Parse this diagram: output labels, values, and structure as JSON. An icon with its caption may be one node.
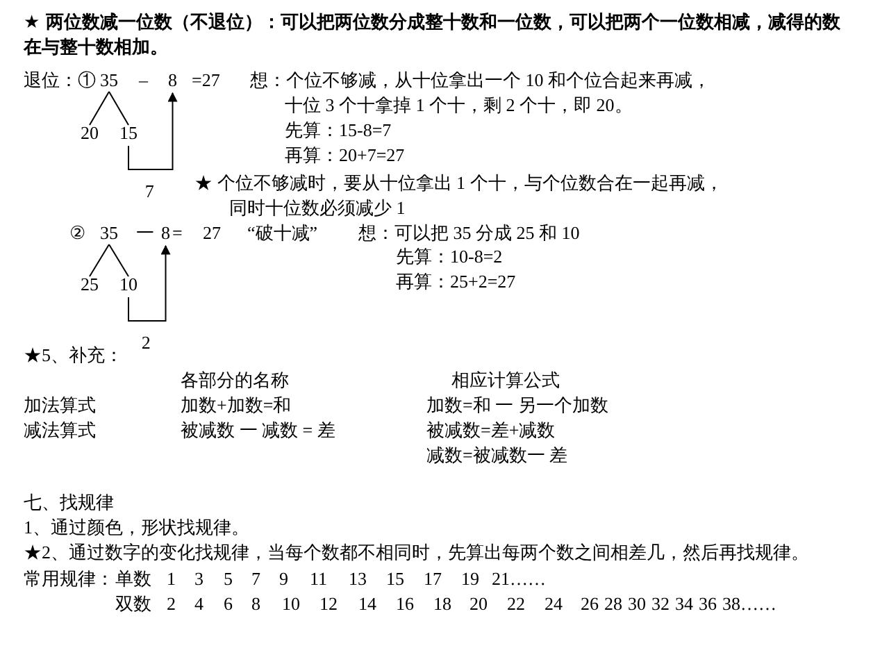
{
  "diagram": {
    "nodes": [
      {
        "text": [
          "35"
        ]
      },
      {
        "text": [
          "8"
        ]
      },
      {
        "text": [
          "20"
        ]
      },
      {
        "text": [
          "15"
        ]
      },
      {
        "text": [
          "35"
        ]
      },
      {
        "text": [
          "8"
        ]
      },
      {
        "text": [
          "25"
        ]
      },
      {
        "text": [
          "10"
        ]
      }
    ],
    "edges": [
      {
        "from": 0,
        "to": 2,
        "arrow": "none"
      },
      {
        "from": 0,
        "to": 3,
        "arrow": "none"
      },
      {
        "from": 3,
        "to": 1,
        "arrow": "to",
        "label": "7"
      },
      {
        "from": 4,
        "to": 6,
        "arrow": "none"
      },
      {
        "from": 4,
        "to": 7,
        "arrow": "none"
      },
      {
        "from": 7,
        "to": 5,
        "arrow": "to",
        "label": "2"
      }
    ],
    "labels": [
      "★ 两位数减一位数（不退位）：可以把两位数分成整十数和一位数，可以把两个一位数相减，减得的数在与整十数相加。",
      "退位：①",
      "–",
      "=27",
      "想：个位不够减，从十位拿出一个 10 和个位合起来再减，",
      "十位 3 个十拿掉 1 个十，剩 2 个十，即 20。",
      "先算：15-8=7",
      "再算：20+7=27",
      "★ 个位不够减时，要从十位拿出 1 个十，与个位数合在一起再减，",
      "同时十位数必须减少 1",
      "②",
      "一",
      "=",
      "27",
      "“破十减”",
      "想：可以把 35 分成 25 和 10",
      "先算：10-8=2",
      "再算：25+2=27",
      "★5、补充：",
      "各部分的名称",
      "相应计算公式",
      "加法算式",
      "加数+加数=和",
      "加数=和 一 另一个加数",
      "减法算式",
      "被减数 一 减数 = 差",
      "被减数=差+减数",
      "减数=被减数一 差",
      "七、找规律",
      "1、通过颜色，形状找规律。",
      "★2、通过数字的变化找规律，当每个数都不相同时，先算出每两个数之间相差几，然后再找规律。",
      "常用规律：",
      "单数",
      "1",
      "3",
      "5",
      "7",
      "9",
      "11",
      "13",
      "15",
      "17",
      "19",
      "21……",
      "双数",
      "2",
      "4",
      "6",
      "8",
      "10",
      "12",
      "14",
      "16",
      "18",
      "20",
      "22",
      "24",
      "26",
      "28",
      "30",
      "32",
      "34",
      "36",
      "38……"
    ]
  }
}
